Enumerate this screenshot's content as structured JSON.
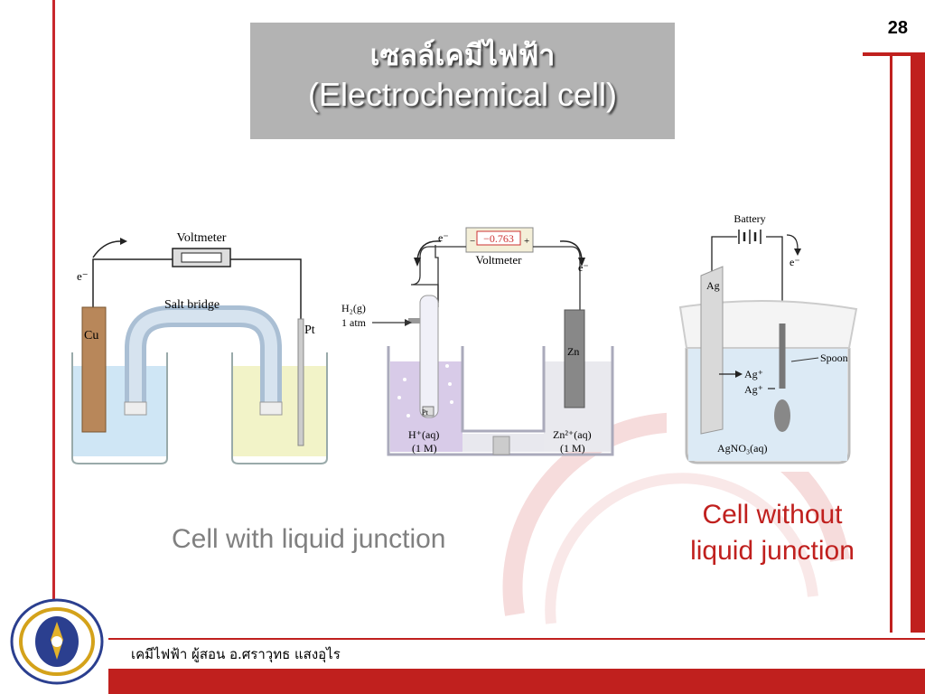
{
  "slide": {
    "number": "28",
    "title_thai": "เซลล์เคมีไฟฟ้า",
    "title_en": "(Electrochemical cell)"
  },
  "diagram1": {
    "meter_label": "Voltmeter",
    "electron_label": "e⁻",
    "salt_bridge_label": "Salt bridge",
    "left_electrode": "Cu",
    "right_electrode": "Pt"
  },
  "diagram2": {
    "meter_label": "Voltmeter",
    "meter_reading": "−0.763",
    "meter_minus": "−",
    "meter_plus": "+",
    "electron_left": "e⁻",
    "electron_right": "e⁻",
    "gas_label_1": "H₂(g)",
    "gas_label_2": "1 atm",
    "pt_label": "Pt",
    "left_solution_1": "H⁺(aq)",
    "left_solution_2": "(1 M)",
    "zn_label": "Zn",
    "right_solution_1": "Zn²⁺(aq)",
    "right_solution_2": "(1 M)"
  },
  "diagram3": {
    "battery_label": "Battery",
    "electron_label": "e⁻",
    "ag_label": "Ag",
    "spoon_label": "Spoon",
    "ion_1": "Ag⁺",
    "ion_2": "Ag⁺",
    "solution_label": "AgNO₃(aq)"
  },
  "captions": {
    "left": "Cell with liquid junction",
    "right_line1": "Cell without",
    "right_line2": "liquid junction"
  },
  "footer": {
    "text": "เคมีไฟฟ้า ผู้สอน อ.ศราวุทธ แสงอุไร"
  },
  "colors": {
    "accent_red": "#c0201e",
    "title_bg": "#b3b3b3",
    "caption_gray": "#808080"
  }
}
